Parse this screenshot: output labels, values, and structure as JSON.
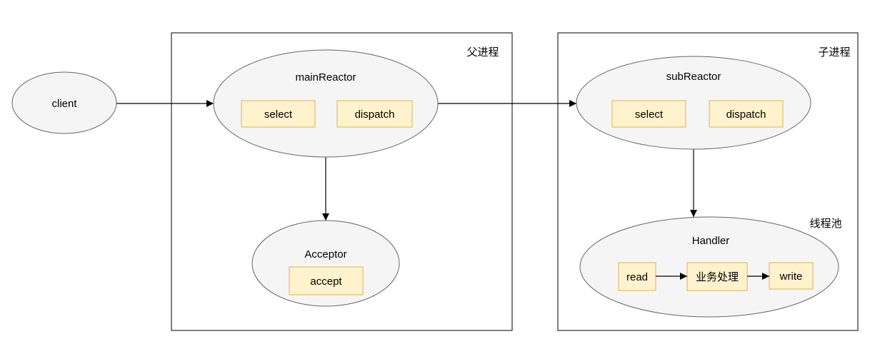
{
  "colors": {
    "ellipse_fill": "#f5f5f5",
    "ellipse_stroke": "#666666",
    "box_fill": "#fff2cc",
    "box_stroke": "#d6b656",
    "line": "#000000"
  },
  "nodes": {
    "client": "client",
    "main_reactor": {
      "title": "mainReactor",
      "select": "select",
      "dispatch": "dispatch"
    },
    "acceptor": {
      "title": "Acceptor",
      "accept": "accept"
    },
    "sub_reactor": {
      "title": "subReactor",
      "select": "select",
      "dispatch": "dispatch"
    },
    "handler": {
      "title": "Handler",
      "read": "read",
      "business": "业务处理",
      "write": "write"
    }
  },
  "groups": {
    "parent_process": "父进程",
    "child_process": "子进程",
    "thread_pool": "线程池"
  }
}
